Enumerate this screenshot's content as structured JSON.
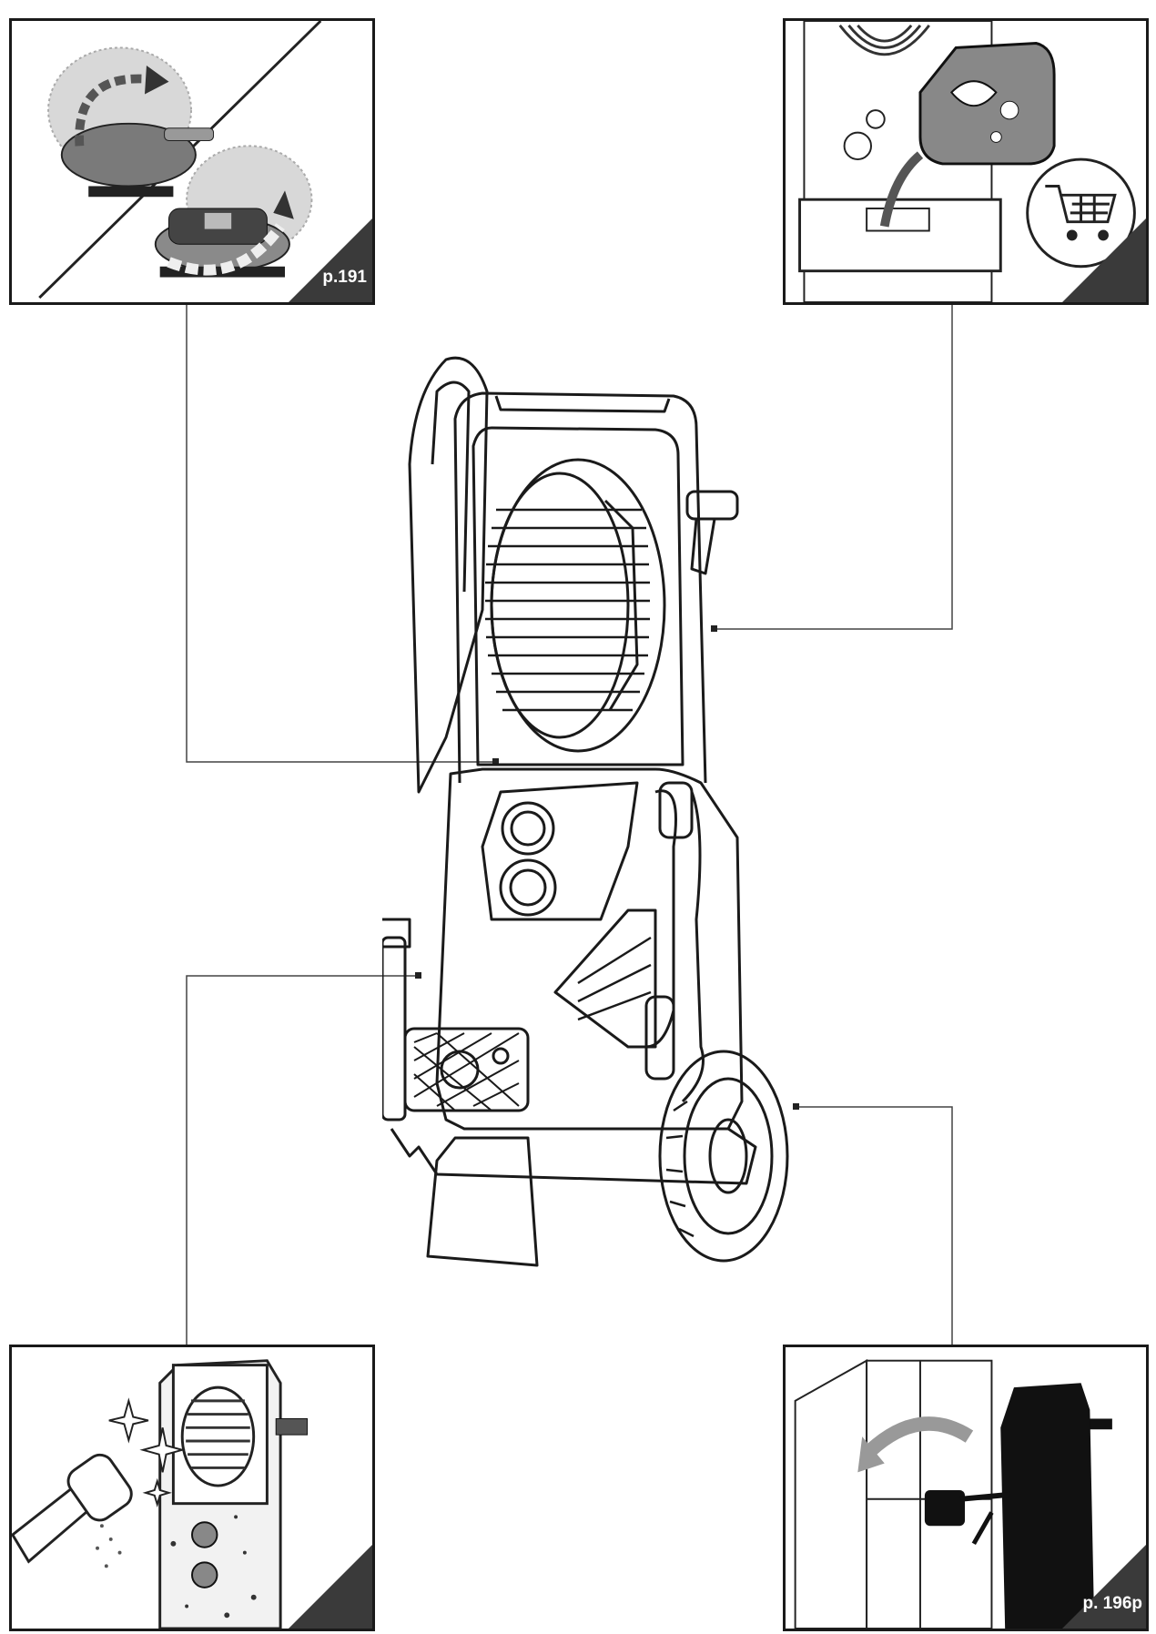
{
  "panels": {
    "top_left": {
      "page_ref": "p.191",
      "icon": "brush-rotate-illustration"
    },
    "top_right": {
      "page_ref": "",
      "icon": "detergent-refill-shopping-cart-illustration"
    },
    "bottom_left": {
      "page_ref": "",
      "icon": "brush-cleaning-illustration"
    },
    "bottom_right": {
      "page_ref": "p. 196p",
      "icon": "storage-illustration"
    }
  },
  "colors": {
    "ink": "#1a1a1a",
    "corner": "#3a3a3a",
    "grey": "#9a9a9a"
  }
}
